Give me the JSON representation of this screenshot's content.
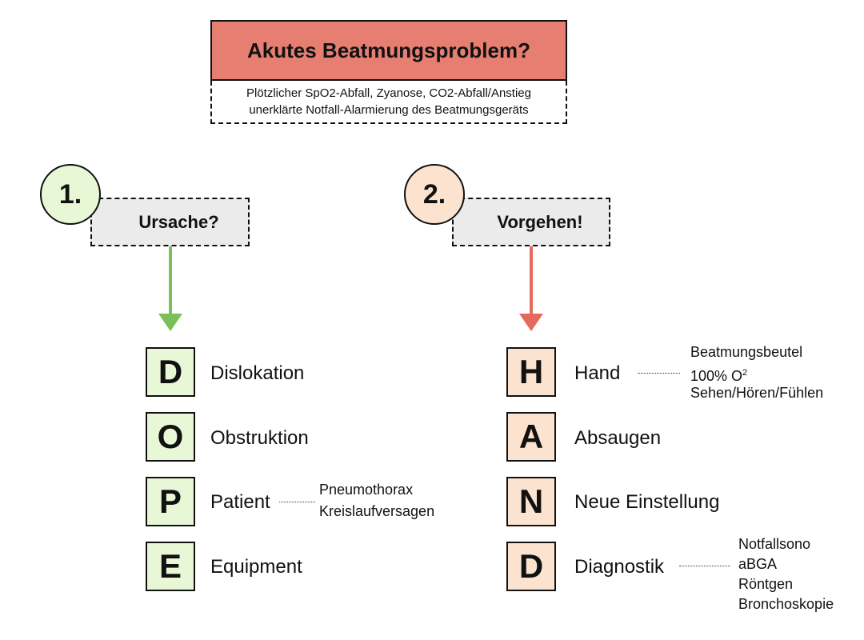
{
  "header": {
    "title": "Akutes Beatmungsproblem?",
    "subtitle_line1": "Plötzlicher SpO2-Abfall, Zyanose, CO2-Abfall/Anstieg",
    "subtitle_line2": "unerklärte Notfall-Alarmierung des Beatmungsgeräts"
  },
  "step1": {
    "number": "1.",
    "question": "Ursache?",
    "arrow_color": "#7ac05a",
    "items": [
      {
        "letter": "D",
        "label": "Dislokation"
      },
      {
        "letter": "O",
        "label": "Obstruktion"
      },
      {
        "letter": "P",
        "label": "Patient",
        "notes": [
          "Pneumothorax",
          "Kreislaufversagen"
        ]
      },
      {
        "letter": "E",
        "label": "Equipment"
      }
    ]
  },
  "step2": {
    "number": "2.",
    "question": "Vorgehen!",
    "arrow_color": "#e26b5e",
    "items": [
      {
        "letter": "H",
        "label": "Hand",
        "notes": [
          "Beatmungsbeutel",
          "100% O",
          "Sehen/Hören/Fühlen"
        ],
        "note_sup": "2"
      },
      {
        "letter": "A",
        "label": "Absaugen"
      },
      {
        "letter": "N",
        "label": "Neue Einstellung"
      },
      {
        "letter": "D",
        "label": "Diagnostik",
        "notes": [
          "Notfallsono",
          "aBGA",
          "Röntgen",
          "Bronchoskopie"
        ]
      }
    ]
  },
  "colors": {
    "title_bg": "#e77e72",
    "green_fill": "#e8f8d6",
    "orange_fill": "#fce3cf",
    "question_bg": "#ebebeb"
  }
}
